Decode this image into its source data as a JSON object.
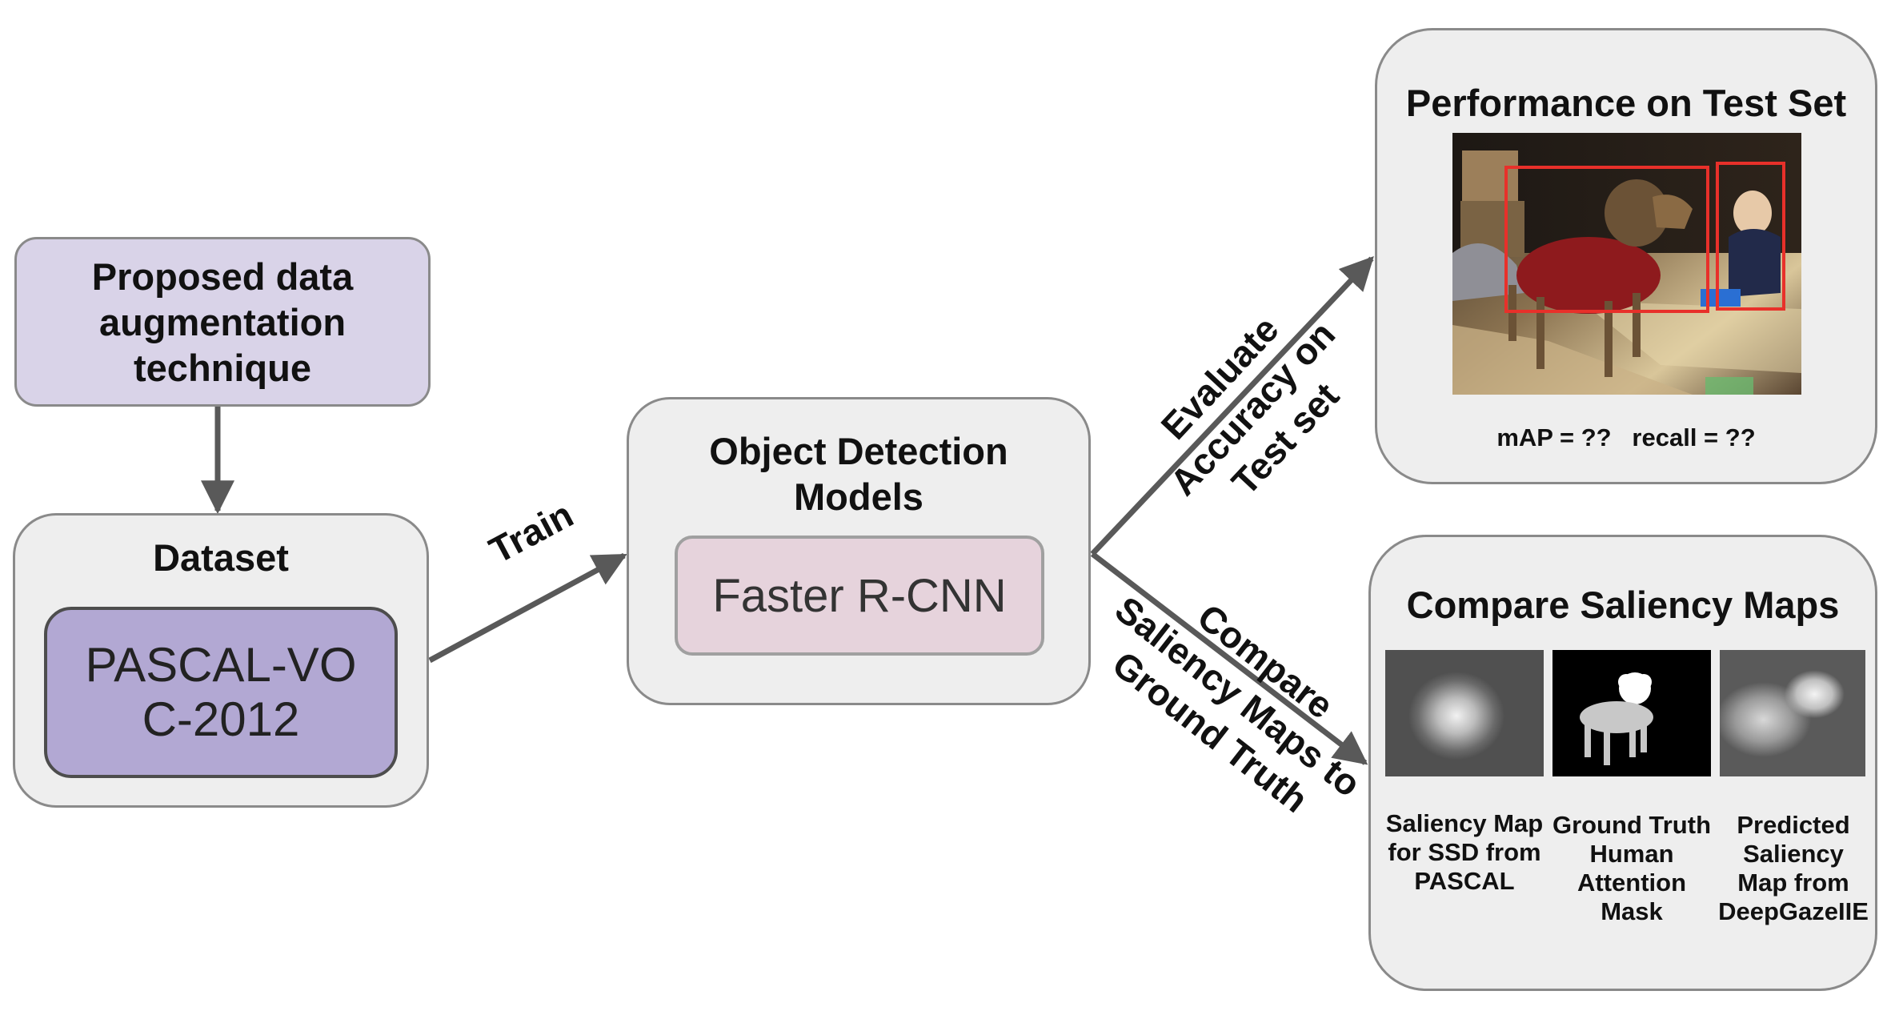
{
  "augmentation": {
    "text": "Proposed data augmentation technique"
  },
  "dataset": {
    "title": "Dataset",
    "inner": "PASCAL-VOC-2012"
  },
  "models": {
    "title": "Object Detection Models",
    "inner": "Faster R-CNN"
  },
  "edges": {
    "train": "Train",
    "evaluate": [
      "Evaluate",
      "Accuracy on",
      "Test set"
    ],
    "compare": [
      "Compare",
      "Saliency Maps to",
      "Ground Truth"
    ]
  },
  "performance": {
    "title": "Performance on Test Set",
    "metrics": "mAP = ??   recall = ??"
  },
  "saliency": {
    "title": "Compare Saliency Maps",
    "captions": [
      "Saliency Map for SSD from PASCAL",
      "Ground Truth Human Attention Mask",
      "Predicted Saliency Map from DeepGazeIIE"
    ]
  },
  "colors": {
    "box_fill": "#eeeeee",
    "box_border": "#8a8a8a",
    "augmentation_fill": "#d9d3e8",
    "dataset_inner_fill": "#b2a8d3",
    "model_inner_fill": "#e6d3dc",
    "arrow": "#595959",
    "detection_box": "#e8302a"
  }
}
